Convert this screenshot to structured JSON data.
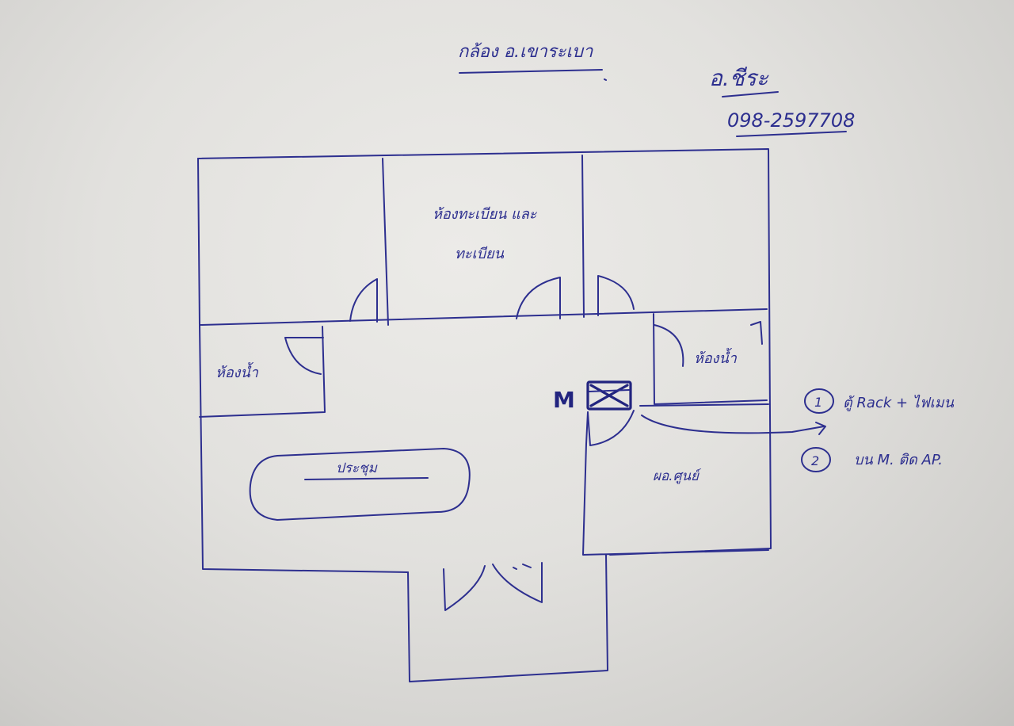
{
  "header": {
    "title": "กล้อง อ.เขาระเบา",
    "contact_name": "อ.ชีระ",
    "contact_phone": "098-2597708"
  },
  "rooms": {
    "top_middle_line1": "ห้องทะเบียน และ",
    "top_middle_line2": "ทะเบียน",
    "left_small": "ห้องน้ำ",
    "right_small": "ห้องน้ำ",
    "right_lower": "ผอ.ศูนย์"
  },
  "table_label": "ประชุม",
  "marker": {
    "letter": "M"
  },
  "notes": [
    {
      "number": "1",
      "text": "ตู้ Rack + ไฟเมน"
    },
    {
      "number": "2",
      "text": "บน M. ติด AP."
    }
  ],
  "colors": {
    "ink": "#2d2f8f",
    "marker": "#22247f",
    "paper": "#e6e5e2"
  }
}
